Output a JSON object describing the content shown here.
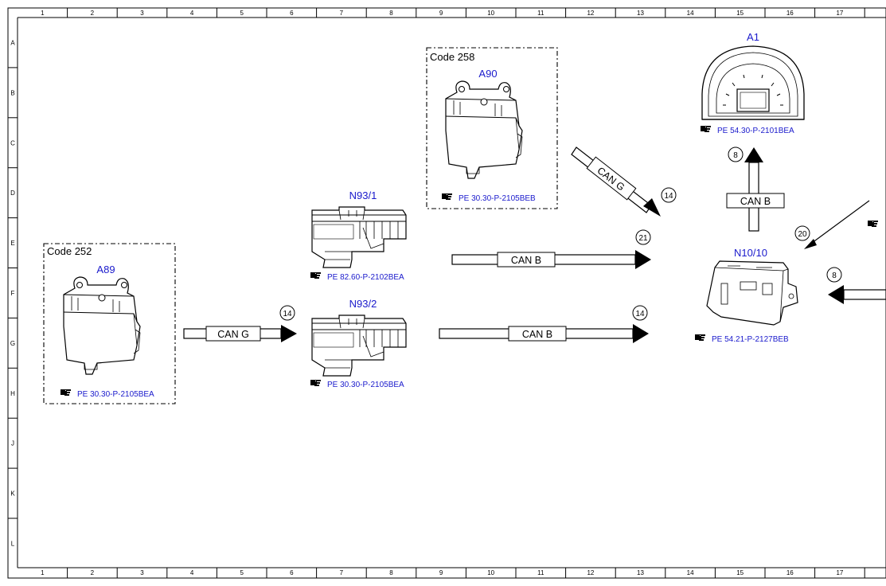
{
  "frame": {
    "columns": [
      "1",
      "2",
      "3",
      "4",
      "5",
      "6",
      "7",
      "8",
      "9",
      "10",
      "11",
      "12",
      "13",
      "14",
      "15",
      "16",
      "17"
    ],
    "rows": [
      "A",
      "B",
      "C",
      "D",
      "E",
      "F",
      "G",
      "H",
      "J",
      "K",
      "L"
    ]
  },
  "code_boxes": {
    "a89": "Code 252",
    "a90": "Code 258"
  },
  "components": {
    "a89": {
      "label": "A89",
      "ref": "PE 30.30-P-2105BEA"
    },
    "a90": {
      "label": "A90",
      "ref": "PE 30.30-P-2105BEB"
    },
    "n93_1": {
      "label": "N93/1",
      "ref": "PE 82.60-P-2102BEA"
    },
    "n93_2": {
      "label": "N93/2",
      "ref": "PE 30.30-P-2105BEA"
    },
    "a1": {
      "label": "A1",
      "ref": "PE 54.30-P-2101BEA"
    },
    "n10_10": {
      "label": "N10/10",
      "ref": "PE 54.21-P-2127BEB"
    }
  },
  "connections": {
    "a89_to_n93_2": {
      "bus": "CAN G",
      "ref_no": "14"
    },
    "n93_1_to_n10": {
      "bus": "CAN B",
      "ref_no": "21"
    },
    "n93_2_to_n10": {
      "bus": "CAN B",
      "ref_no": "14"
    },
    "a90_to_n10": {
      "bus": "CAN G",
      "ref_no": "14"
    },
    "n10_to_a1": {
      "bus": "CAN B",
      "ref_no": "8"
    },
    "from_right_upper": {
      "ref_no": "20"
    },
    "from_right_lower": {
      "ref_no": "8"
    }
  },
  "colors": {
    "label_blue": "#1a1acc",
    "line": "#000000"
  },
  "icons": {
    "reference": "pointing-hand-icon"
  }
}
